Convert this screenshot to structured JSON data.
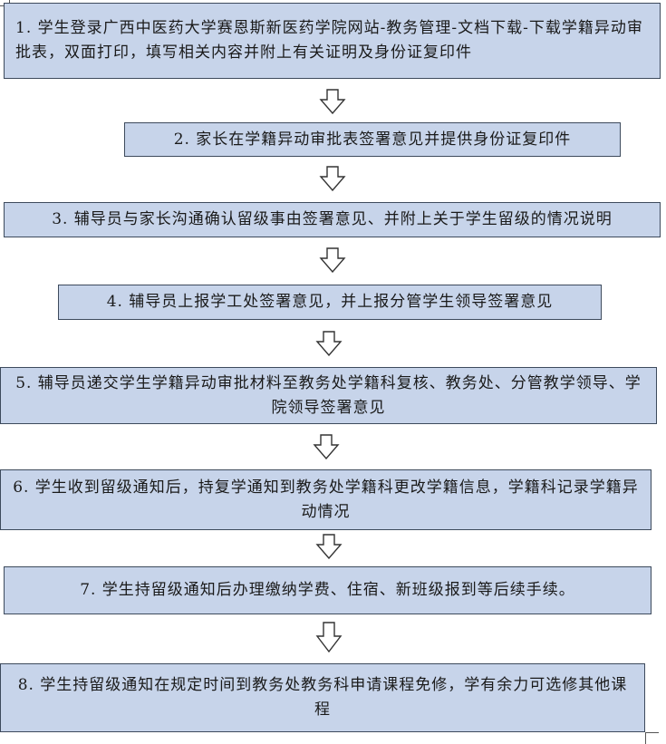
{
  "steps": [
    "1. 学生登录广西中医药大学赛恩斯新医药学院网站-教务管理-文档下载-下载学籍异动审批表，双面打印，填写相关内容并附上有关证明及身份证复印件",
    "2. 家长在学籍异动审批表签署意见并提供身份证复印件",
    "3. 辅导员与家长沟通确认留级事由签署意见、并附上关于学生留级的情况说明",
    "4. 辅导员上报学工处签署意见，并上报分管学生领导签署意见",
    "5. 辅导员递交学生学籍异动审批材料至教务处学籍科复核、教务处、分管教学领导、学院领导签署意见",
    "6. 学生收到留级通知后，持复学通知到教务处学籍科更改学籍信息，学籍科记录学籍异动情况",
    "7. 学生持留级通知后办理缴纳学费、住宿、新班级报到等后续手续。",
    "8. 学生持留级通知在规定时间到教务处教务科申请课程免修，学有余力可选修其他课程"
  ],
  "colors": {
    "box_fill": "#c7d4ea",
    "box_border": "#3d4a5c"
  }
}
